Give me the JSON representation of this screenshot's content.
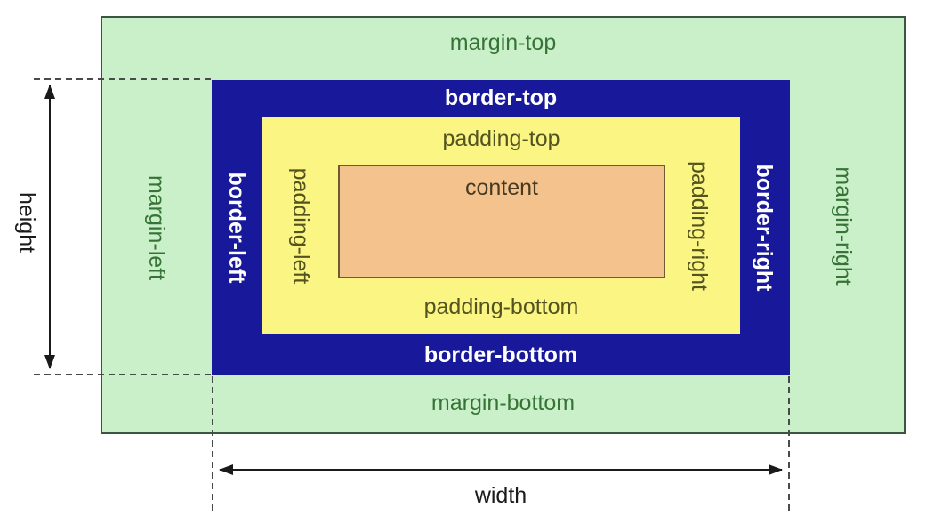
{
  "diagram": {
    "labels": {
      "margin_top": "margin-top",
      "border_top": "border-top",
      "padding_top": "padding-top",
      "content": "content",
      "padding_bottom": "padding-bottom",
      "border_bottom": "border-bottom",
      "margin_bottom": "margin-bottom",
      "margin_left": "margin-left",
      "border_left": "border-left",
      "padding_left": "padding-left",
      "padding_right": "padding-right",
      "border_right": "border-right",
      "margin_right": "margin-right",
      "height": "height",
      "width": "width"
    },
    "colors": {
      "margin_bg": "#c9f0c9",
      "border_bg": "#18189b",
      "padding_bg": "#fbf584",
      "content_bg": "#f4c38d",
      "margin_border": "#3c5540",
      "content_border": "#6e5a33",
      "margin_text": "#377337",
      "border_text": "#ffffff",
      "padding_text": "#53531f",
      "content_text": "#463a23",
      "dimension_text": "#1a1a1a",
      "guide_line": "#4a4a4a"
    }
  }
}
